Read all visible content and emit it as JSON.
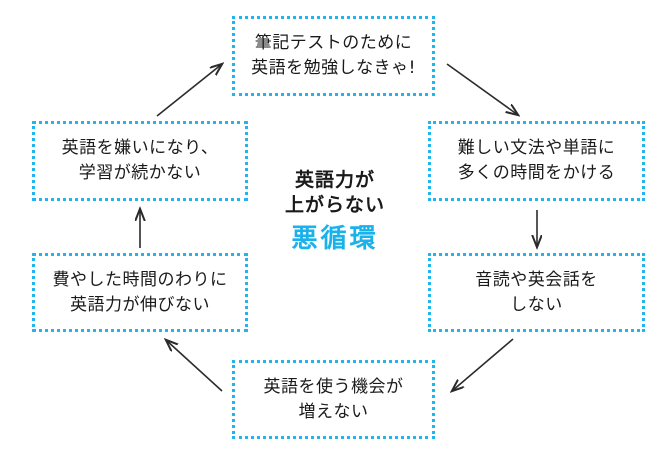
{
  "diagram": {
    "type": "cycle-diagram",
    "title": "英語力が上がらない悪循環",
    "colors": {
      "accent": "#22b4ec",
      "accent_text": "#19b2ea",
      "text": "#1a1a1a",
      "arrow": "#2b2b2b",
      "background": "#ffffff"
    },
    "center_caption": {
      "line1": "英語力が",
      "line2": "上がらない",
      "line3": "悪循環"
    },
    "nodes": [
      {
        "id": "top",
        "line1": "筆記テストのために",
        "line2": "英語を勉強しなきゃ!"
      },
      {
        "id": "right-upper",
        "line1": "難しい文法や単語に",
        "line2": "多くの時間をかける"
      },
      {
        "id": "right-lower",
        "line1": "音読や英会話を",
        "line2": "しない"
      },
      {
        "id": "bottom",
        "line1": "英語を使う機会が",
        "line2": "増えない"
      },
      {
        "id": "left-lower",
        "line1": "費やした時間のわりに",
        "line2": "英語力が伸びない"
      },
      {
        "id": "left-upper",
        "line1": "英語を嫌いになり、",
        "line2": "学習が続かない"
      }
    ],
    "arrows": [
      {
        "id": "top-to-right-upper",
        "from": "top",
        "to": "right-upper",
        "direction": "down-right"
      },
      {
        "id": "right-upper-to-right-lower",
        "from": "right-upper",
        "to": "right-lower",
        "direction": "down"
      },
      {
        "id": "right-lower-to-bottom",
        "from": "right-lower",
        "to": "bottom",
        "direction": "down-left"
      },
      {
        "id": "bottom-to-left-lower",
        "from": "bottom",
        "to": "left-lower",
        "direction": "up-left"
      },
      {
        "id": "left-lower-to-left-upper",
        "from": "left-lower",
        "to": "left-upper",
        "direction": "up"
      },
      {
        "id": "left-upper-to-top",
        "from": "left-upper",
        "to": "top",
        "direction": "up-right"
      }
    ]
  }
}
